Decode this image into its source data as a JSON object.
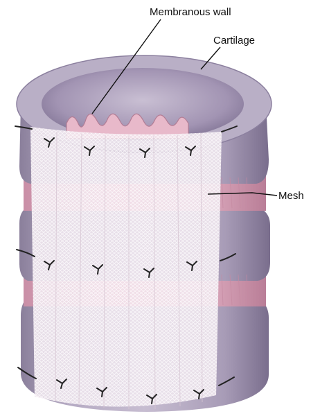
{
  "labels": {
    "membranous_wall": "Membranous wall",
    "cartilage": "Cartilage",
    "mesh": "Mesh"
  },
  "colors": {
    "cartilage": "#9a8fa9",
    "cartilage_dark": "#7c7090",
    "cartilage_light": "#c9c0d2",
    "membrane": "#e7b8c8",
    "mesh": "#f4eef2",
    "suture": "#222222",
    "leader_line": "#111111"
  }
}
